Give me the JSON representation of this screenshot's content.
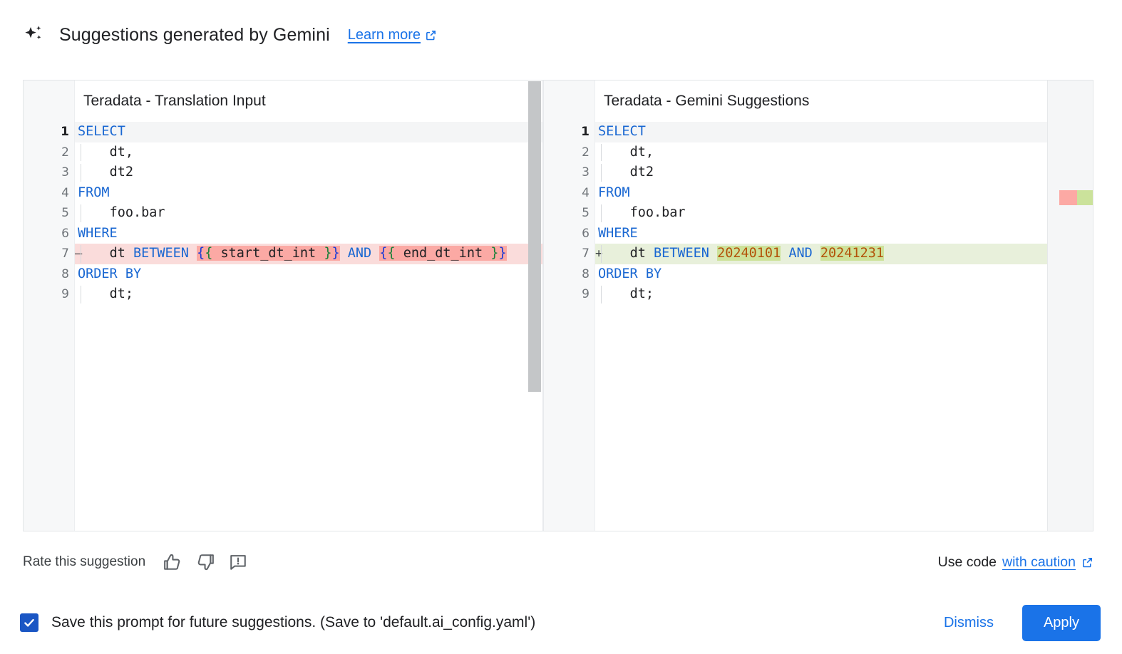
{
  "header": {
    "icon": "sparkle-icon",
    "title": "Suggestions generated by Gemini",
    "learn_more": "Learn more",
    "external_icon": "external-link-icon"
  },
  "diff": {
    "left": {
      "title": "Teradata - Translation Input",
      "lines": [
        {
          "n": "1",
          "sign": "",
          "state": "active",
          "text": "SELECT"
        },
        {
          "n": "2",
          "sign": "",
          "state": "",
          "text": "    dt,"
        },
        {
          "n": "3",
          "sign": "",
          "state": "",
          "text": "    dt2"
        },
        {
          "n": "4",
          "sign": "",
          "state": "",
          "text": "FROM"
        },
        {
          "n": "5",
          "sign": "",
          "state": "",
          "text": "    foo.bar"
        },
        {
          "n": "6",
          "sign": "",
          "state": "",
          "text": "WHERE"
        },
        {
          "n": "7",
          "sign": "—",
          "state": "del",
          "text": "    dt BETWEEN {{ start_dt_int }} AND {{ end_dt_int }}"
        },
        {
          "n": "8",
          "sign": "",
          "state": "",
          "text": "ORDER BY"
        },
        {
          "n": "9",
          "sign": "",
          "state": "",
          "text": "    dt;"
        }
      ]
    },
    "right": {
      "title": "Teradata - Gemini Suggestions",
      "lines": [
        {
          "n": "1",
          "sign": "",
          "state": "active",
          "text": "SELECT"
        },
        {
          "n": "2",
          "sign": "",
          "state": "",
          "text": "    dt,"
        },
        {
          "n": "3",
          "sign": "",
          "state": "",
          "text": "    dt2"
        },
        {
          "n": "4",
          "sign": "",
          "state": "",
          "text": "FROM"
        },
        {
          "n": "5",
          "sign": "",
          "state": "",
          "text": "    foo.bar"
        },
        {
          "n": "6",
          "sign": "",
          "state": "",
          "text": "WHERE"
        },
        {
          "n": "7",
          "sign": "+",
          "state": "ins",
          "text": "    dt BETWEEN 20240101 AND 20241231"
        },
        {
          "n": "8",
          "sign": "",
          "state": "",
          "text": "ORDER BY"
        },
        {
          "n": "9",
          "sign": "",
          "state": "",
          "text": "    dt;"
        }
      ]
    },
    "colors": {
      "deleted_line": "#fadcdb",
      "deleted_word": "#fba9a4",
      "inserted_line": "#e8f0db",
      "inserted_word": "#cde29a",
      "keyword": "#1967d2",
      "number": "#b35309",
      "scrollbar": "#c4c6c8"
    }
  },
  "rate": {
    "label": "Rate this suggestion",
    "thumbs_up": "thumb-up-icon",
    "thumbs_down": "thumb-down-icon",
    "report": "report-feedback-icon",
    "use_code_prefix": "Use code",
    "use_code_link": "with caution"
  },
  "footer": {
    "checkbox_checked": true,
    "checkbox_label": "Save this prompt for future suggestions. (Save to 'default.ai_config.yaml')",
    "dismiss_label": "Dismiss",
    "apply_label": "Apply",
    "accent": "#1a73e8"
  }
}
